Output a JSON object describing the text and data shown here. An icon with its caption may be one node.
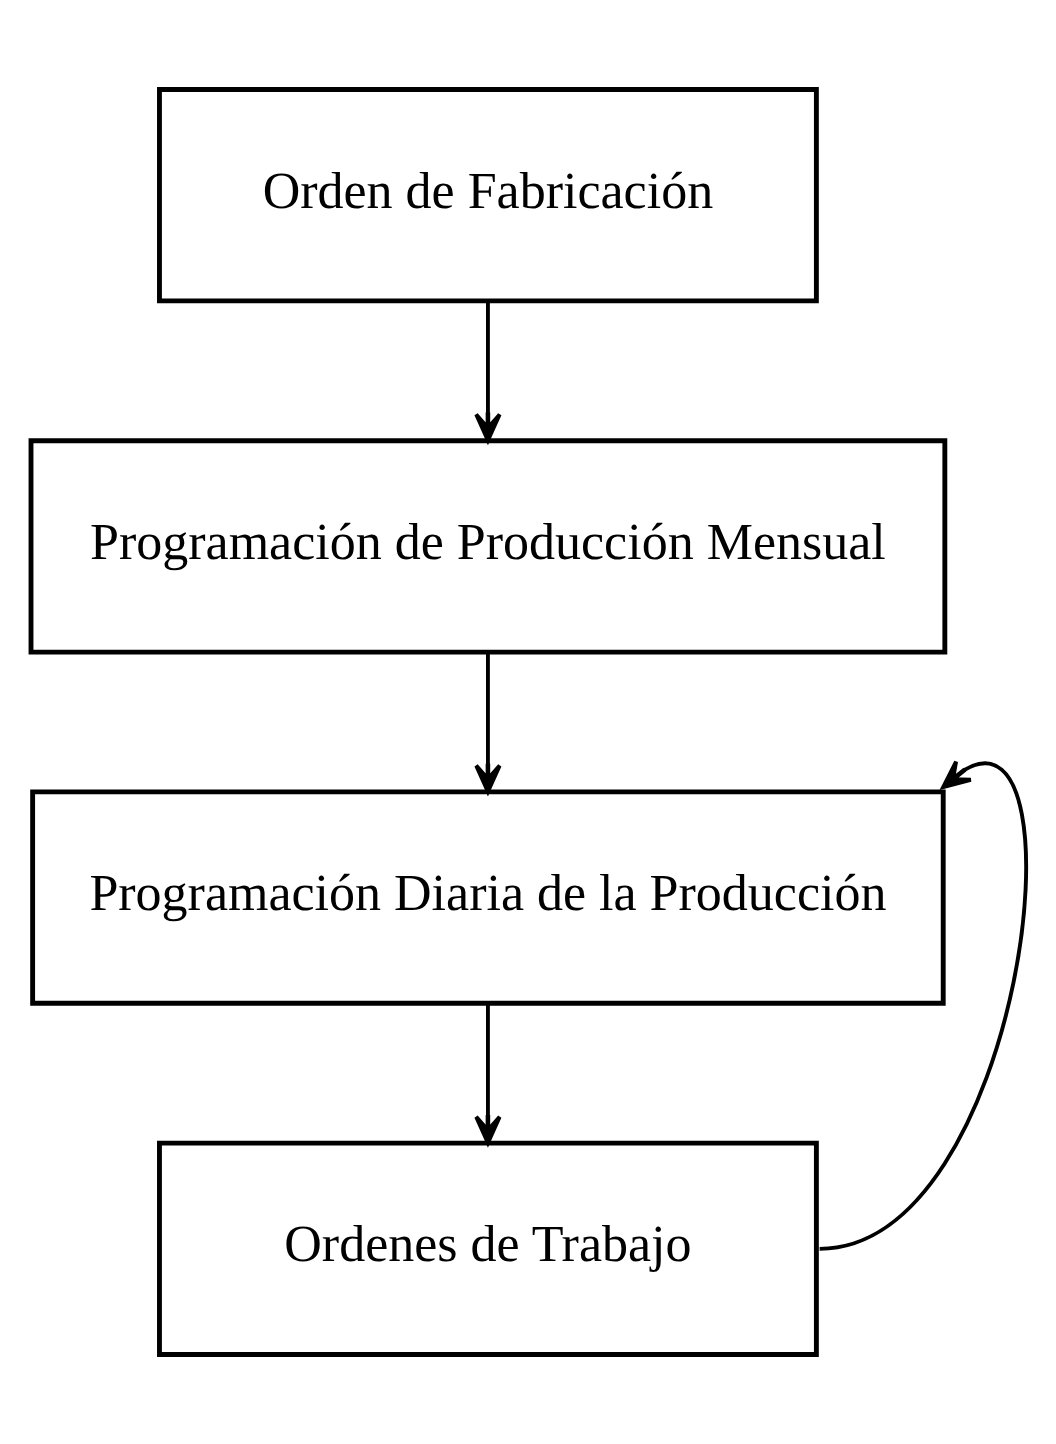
{
  "diagram": {
    "nodes": [
      {
        "text": [
          "Orden de Fabricación"
        ]
      },
      {
        "text": [
          "Programación de Producción Mensual"
        ]
      },
      {
        "text": [
          "Programación Diaria de la Producción"
        ]
      },
      {
        "text": [
          "Ordenes de Trabajo"
        ]
      }
    ],
    "edges": [
      {
        "from": 0,
        "to": 1,
        "arrow": "to"
      },
      {
        "from": 1,
        "to": 2,
        "arrow": "to"
      },
      {
        "from": 2,
        "to": 3,
        "arrow": "to"
      },
      {
        "from": 3,
        "to": 2,
        "arrow": "to"
      }
    ]
  }
}
